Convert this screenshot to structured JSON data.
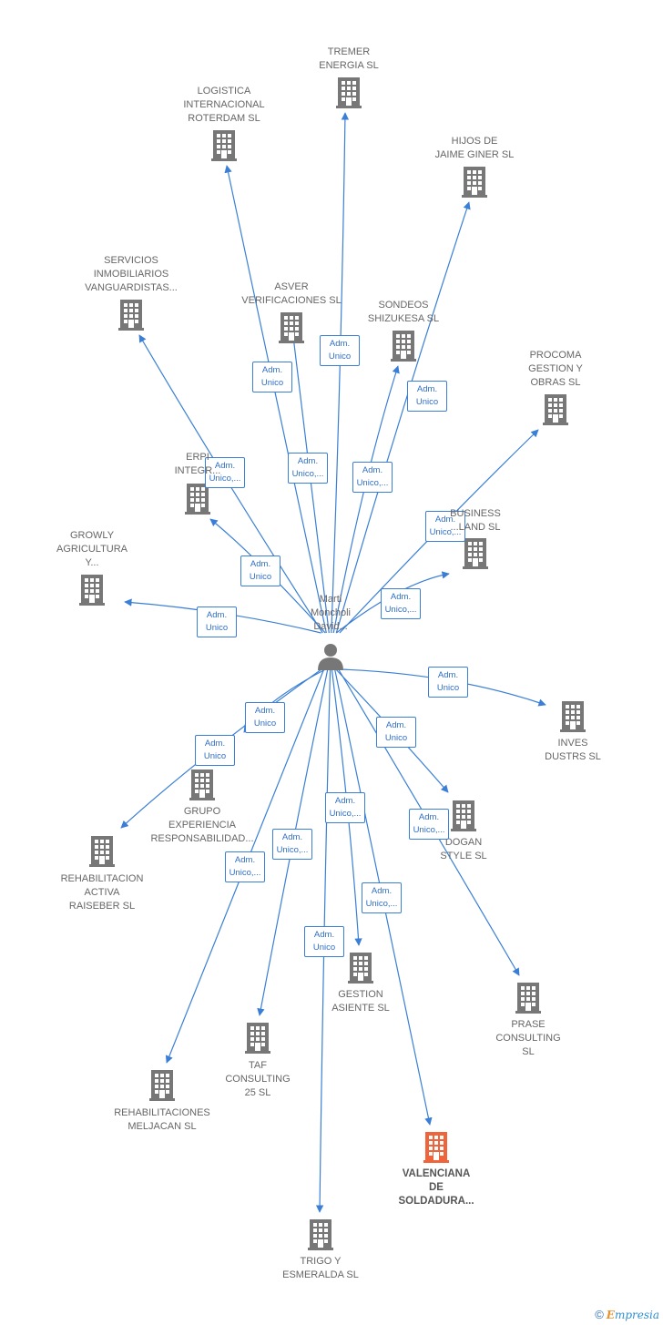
{
  "colors": {
    "edge": "#3a7fd5",
    "building": "#777777",
    "building_highlight": "#f0643c",
    "person": "#777777"
  },
  "center": {
    "label": "Marti\nMoncholi\nDavid...",
    "icon": "person-icon"
  },
  "companies": [
    {
      "id": "tremer",
      "label": "TREMER\nENERGIA SL",
      "icon": "building-icon",
      "edge_label": "Adm.\nUnico"
    },
    {
      "id": "logistica",
      "label": "LOGISTICA\nINTERNACIONAL\nROTERDAM SL",
      "icon": "building-icon",
      "edge_label": "Adm.\nUnico"
    },
    {
      "id": "hijos",
      "label": "HIJOS DE\nJAIME GINER SL",
      "icon": "building-icon",
      "edge_label": "Adm.\nUnico"
    },
    {
      "id": "servicios",
      "label": "SERVICIOS\nINMOBILIARIOS\nVANGUARDISTAS...",
      "icon": "building-icon",
      "edge_label": "Adm.\nUnico,..."
    },
    {
      "id": "asver",
      "label": "ASVER\nVERIFICACIONES SL",
      "icon": "building-icon",
      "edge_label": "Adm.\nUnico,..."
    },
    {
      "id": "sondeos",
      "label": "SONDEOS\nSHIZUKESA SL",
      "icon": "building-icon",
      "edge_label": "Adm.\nUnico,..."
    },
    {
      "id": "procoma",
      "label": "PROCOMA\nGESTION Y\nOBRAS SL",
      "icon": "building-icon",
      "edge_label": "Adm.\nUnico,..."
    },
    {
      "id": "erpi",
      "label": "ERPI\nINTEGR...",
      "icon": "building-icon",
      "edge_label": "Adm.\nUnico"
    },
    {
      "id": "business",
      "label": "BUSINESS\n...LAND SL",
      "icon": "building-icon",
      "edge_label": "Adm.\nUnico,..."
    },
    {
      "id": "growly",
      "label": "GROWLY\nAGRICULTURA\nY...",
      "icon": "building-icon",
      "edge_label": "Adm.\nUnico"
    },
    {
      "id": "inves",
      "label": "INVES\nDUSTRS SL",
      "icon": "building-icon",
      "edge_label": "Adm.\nUnico"
    },
    {
      "id": "grupo",
      "label": "GRUPO\nEXPERIENCIA\nRESPONSABILIDAD...",
      "icon": "building-icon",
      "edge_label": "Adm.\nUnico"
    },
    {
      "id": "rehab_activa",
      "label": "REHABILITACION\nACTIVA\nRAISEBER SL",
      "icon": "building-icon",
      "edge_label": "Adm.\nUnico"
    },
    {
      "id": "dogan",
      "label": "DOGAN\nSTYLE SL",
      "icon": "building-icon",
      "edge_label": "Adm.\nUnico"
    },
    {
      "id": "prase",
      "label": "PRASE\nCONSULTING\nSL",
      "icon": "building-icon",
      "edge_label": "Adm.\nUnico,..."
    },
    {
      "id": "gestion",
      "label": "GESTION\nASIENTE SL",
      "icon": "building-icon",
      "edge_label": "Adm.\nUnico,..."
    },
    {
      "id": "taf",
      "label": "TAF\nCONSULTING\n25 SL",
      "icon": "building-icon",
      "edge_label": "Adm.\nUnico,..."
    },
    {
      "id": "rehab_meljacan",
      "label": "REHABILITACIONES\nMELJACAN SL",
      "icon": "building-icon",
      "edge_label": "Adm.\nUnico,..."
    },
    {
      "id": "valenciana",
      "label": "VALENCIANA\nDE\nSOLDADURA...",
      "icon": "building-icon",
      "edge_label": "Adm.\nUnico,...",
      "highlight": true
    },
    {
      "id": "trigo",
      "label": "TRIGO Y\nESMERALDA SL",
      "icon": "building-icon",
      "edge_label": "Adm.\nUnico"
    }
  ],
  "footer": {
    "copyright": "©",
    "brand_initial": "E",
    "brand_rest": "mpresia"
  }
}
